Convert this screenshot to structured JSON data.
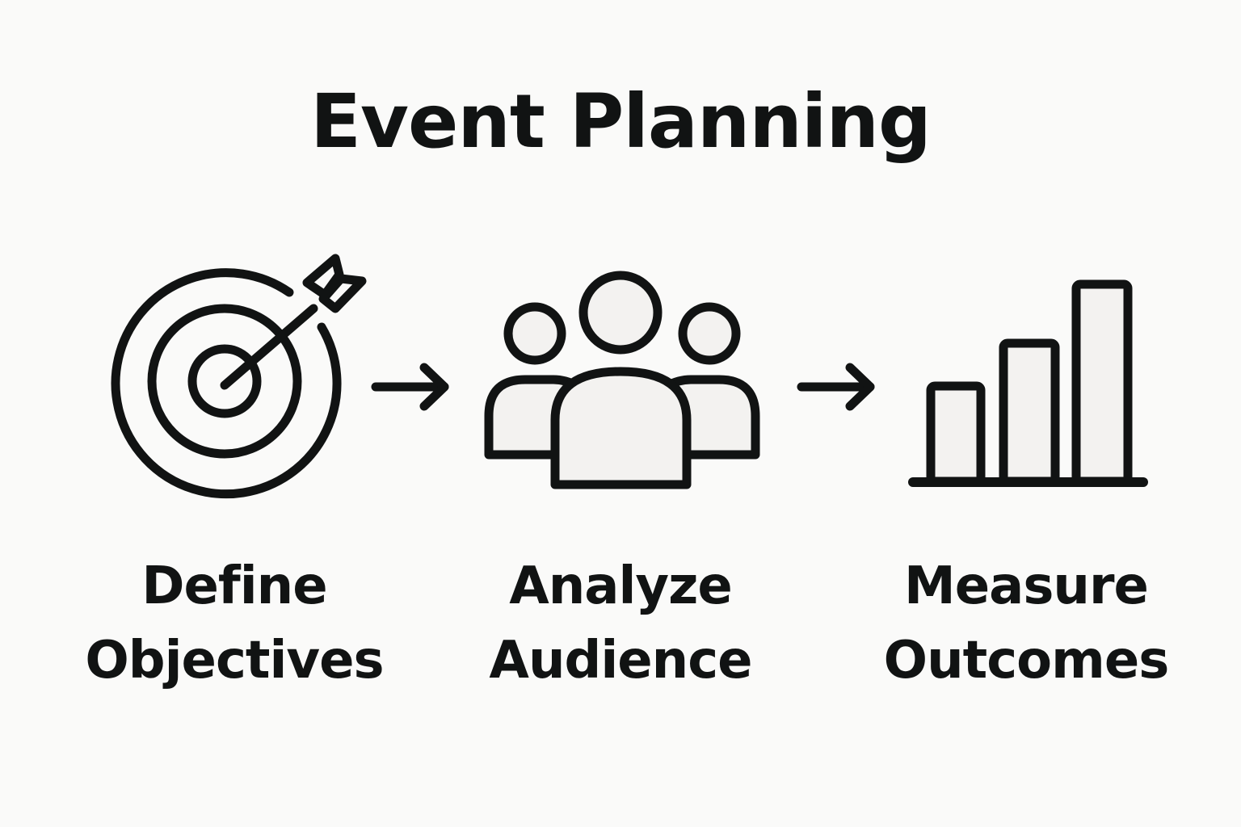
{
  "title": "Event Planning",
  "colors": {
    "background": "#fafaf9",
    "stroke": "#111313",
    "fill": "#f3f2f0"
  },
  "steps": [
    {
      "icon": "target-icon",
      "line1": "Define",
      "line2": "Objectives"
    },
    {
      "icon": "people-group-icon",
      "line1": "Analyze",
      "line2": "Audience"
    },
    {
      "icon": "bar-chart-icon",
      "line1": "Measure",
      "line2": "Outcomes"
    }
  ],
  "connectors": [
    "arrow-right-icon",
    "arrow-right-icon"
  ]
}
